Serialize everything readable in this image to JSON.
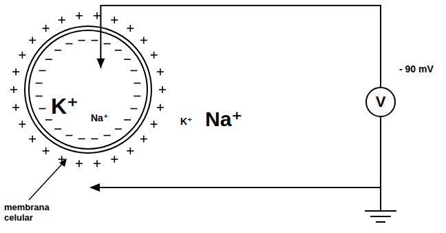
{
  "diagram": {
    "nodes": [
      {
        "text": [
          "K⁺",
          "Na⁺"
        ]
      },
      {
        "text": [
          "V"
        ]
      }
    ],
    "edges": [
      {
        "from": 1,
        "to": 0,
        "arrow": "to"
      }
    ],
    "labels": [
      "K⁺",
      "Na⁺",
      "- 90 mV",
      "membrana celular"
    ]
  }
}
